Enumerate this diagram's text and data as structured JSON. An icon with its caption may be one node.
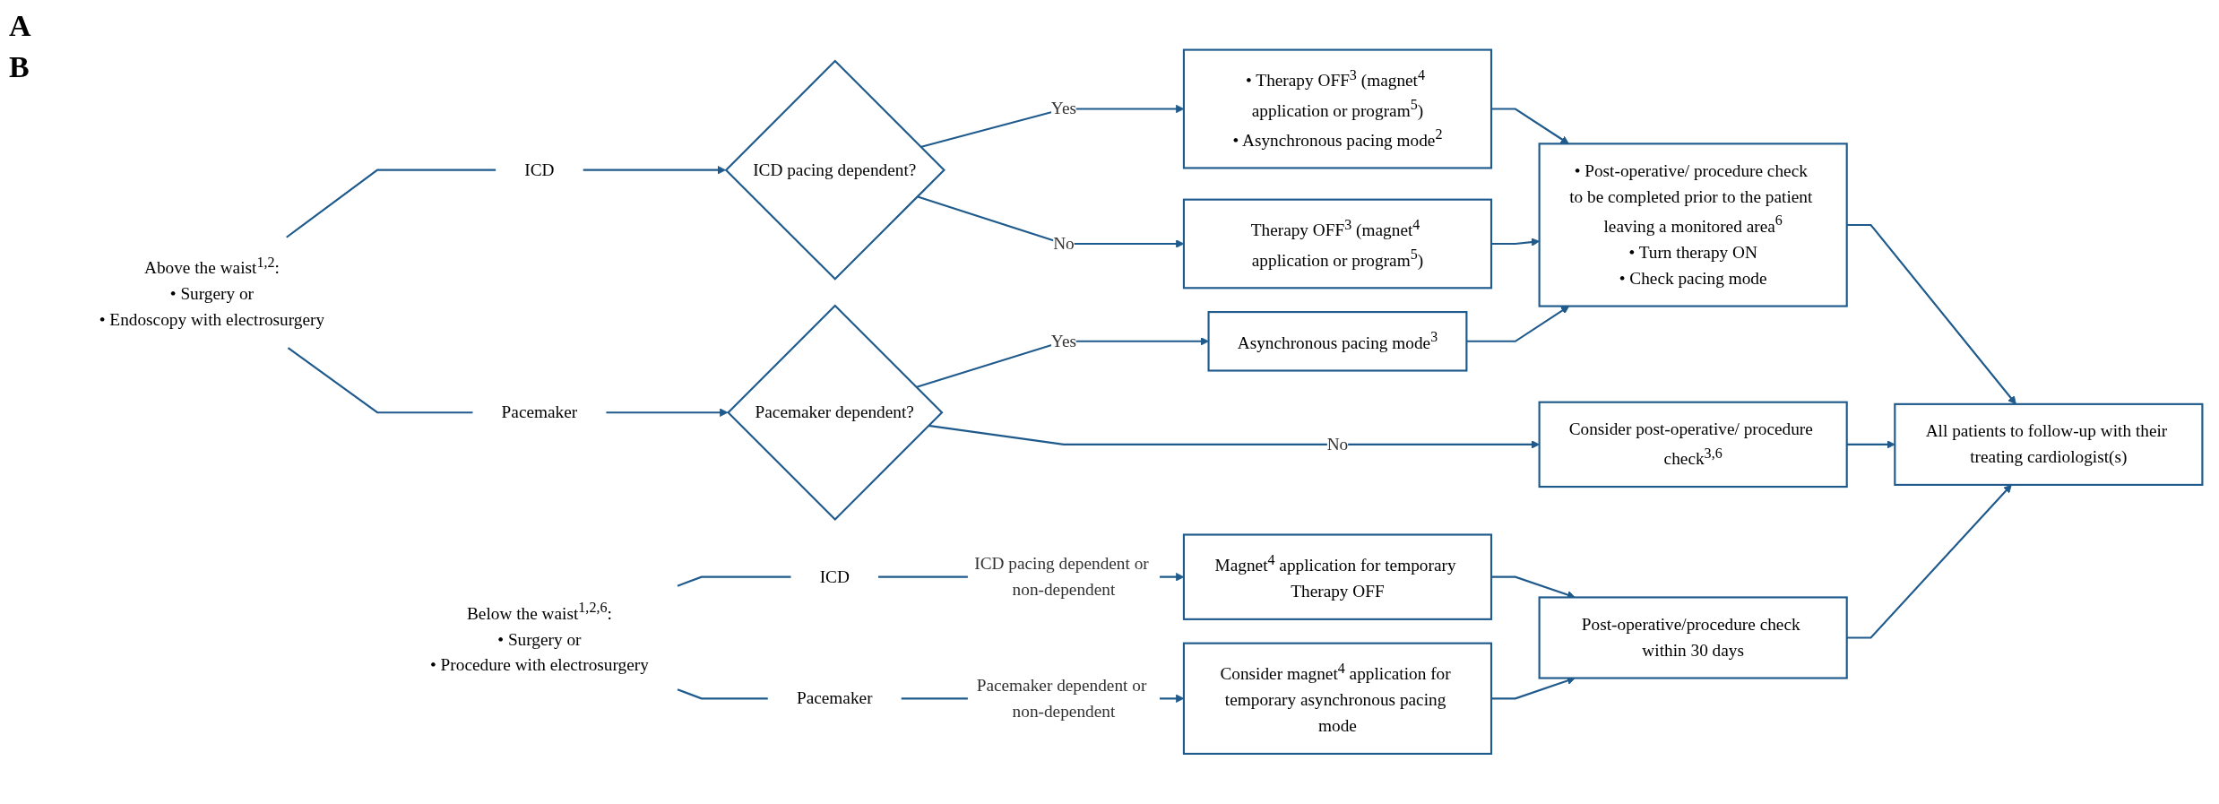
{
  "diagram": {
    "nodes": [
      {
        "text": [
          "Above the waist$^{1,2}$:",
          "• Surgery or",
          "• Endoscopy with electrosurgery"
        ]
      },
      {
        "text": [
          "ICD"
        ]
      },
      {
        "text": [
          "Pacemaker"
        ]
      },
      {
        "text": [
          "ICD pacing dependent?"
        ]
      },
      {
        "text": [
          "Pacemaker dependent?"
        ]
      },
      {
        "text": [
          "• Therapy OFF$^{3}$ (magnet$^{4}$ application or program$^{5}$)",
          "• Asynchronous pacing mode$^{2}$"
        ]
      },
      {
        "text": [
          "Therapy OFF$^{3}$ (magnet$^{4}$ application or program$^{5}$)"
        ]
      },
      {
        "text": [
          "Asynchronous pacing mode$^{3}$"
        ]
      },
      {
        "text": [
          "Consider post-operative/ procedure check$^{3,6}$"
        ]
      },
      {
        "text": [
          "• Post-operative/ procedure check to be completed prior to the patient leaving a monitored area$^{6}$",
          "• Turn therapy ON",
          "• Check pacing mode"
        ]
      },
      {
        "text": [
          "All patients to follow-up with their treating cardiologist(s)"
        ]
      },
      {
        "text": [
          "Below the waist$^{1,2,6}$:",
          "• Surgery or",
          "• Procedure with electrosurgery"
        ]
      },
      {
        "text": [
          "ICD"
        ]
      },
      {
        "text": [
          "Pacemaker"
        ]
      },
      {
        "text": [
          "Magnet$^{4}$ application for temporary Therapy OFF"
        ]
      },
      {
        "text": [
          "Consider magnet$^{4}$ application for temporary asynchronous pacing mode"
        ]
      },
      {
        "text": [
          "Post-operative/procedure check within 30 days"
        ]
      }
    ],
    "edges": [
      {
        "from": 0,
        "to": 1,
        "arrow": "none"
      },
      {
        "from": 0,
        "to": 2,
        "arrow": "none"
      },
      {
        "from": 1,
        "to": 3,
        "arrow": "to"
      },
      {
        "from": 2,
        "to": 4,
        "arrow": "to"
      },
      {
        "from": 3,
        "to": 5,
        "arrow": "to",
        "label": "Yes"
      },
      {
        "from": 3,
        "to": 6,
        "arrow": "to",
        "label": "No"
      },
      {
        "from": 4,
        "to": 7,
        "arrow": "to",
        "label": "Yes"
      },
      {
        "from": 4,
        "to": 8,
        "arrow": "to",
        "label": "No"
      },
      {
        "from": 5,
        "to": 9,
        "arrow": "to"
      },
      {
        "from": 6,
        "to": 9,
        "arrow": "to"
      },
      {
        "from": 7,
        "to": 9,
        "arrow": "to"
      },
      {
        "from": 9,
        "to": 10,
        "arrow": "to"
      },
      {
        "from": 8,
        "to": 10,
        "arrow": "to"
      },
      {
        "from": 11,
        "to": 12,
        "arrow": "none"
      },
      {
        "from": 11,
        "to": 13,
        "arrow": "none"
      },
      {
        "from": 12,
        "to": 14,
        "arrow": "to",
        "label": "ICD pacing dependent or non-dependent"
      },
      {
        "from": 13,
        "to": 15,
        "arrow": "to",
        "label": "Pacemaker dependent or non-dependent"
      },
      {
        "from": 14,
        "to": 16,
        "arrow": "to"
      },
      {
        "from": 15,
        "to": 16,
        "arrow": "to"
      },
      {
        "from": 16,
        "to": 10,
        "arrow": "to"
      }
    ],
    "labels": [
      "A",
      "B"
    ]
  }
}
